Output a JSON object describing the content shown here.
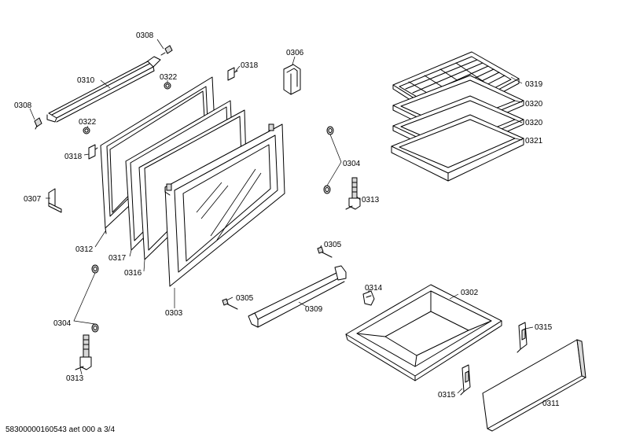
{
  "labels": {
    "l0308a": "0308",
    "l0310": "0310",
    "l0322a": "0322",
    "l0318a": "0318",
    "l0306": "0306",
    "l0308b": "0308",
    "l0322b": "0322",
    "l0318b": "0318",
    "l0319": "0319",
    "l0320a": "0320",
    "l0320b": "0320",
    "l0321": "0321",
    "l0304a": "0304",
    "l0313a": "0313",
    "l0307": "0307",
    "l0312": "0312",
    "l0317": "0317",
    "l0316": "0316",
    "l0305a": "0305",
    "l0305b": "0305",
    "l0314": "0314",
    "l0302": "0302",
    "l0309": "0309",
    "l0303": "0303",
    "l0304b": "0304",
    "l0313b": "0313",
    "l0315a": "0315",
    "l0315b": "0315",
    "l0311": "0311"
  },
  "footer": {
    "code": "58300000160543 aet 000 a 3/4"
  }
}
